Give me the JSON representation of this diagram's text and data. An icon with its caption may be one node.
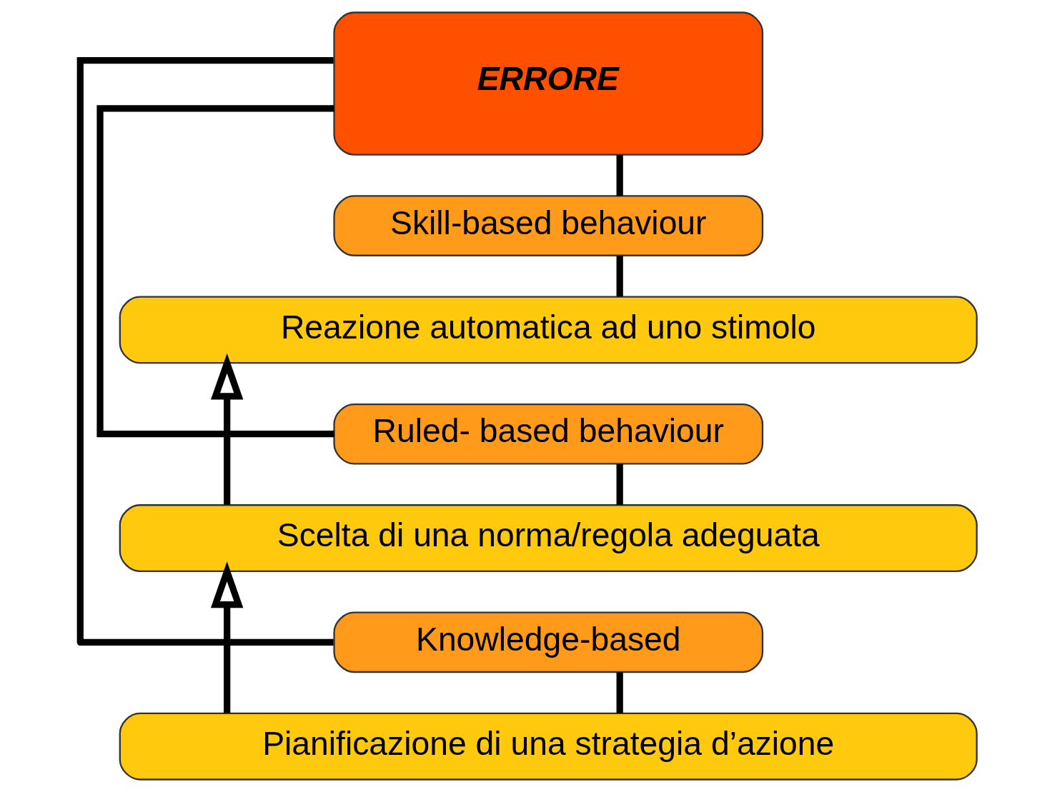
{
  "diagram": {
    "nodes": [
      {
        "text": [
          "ERRORE"
        ]
      },
      {
        "text": [
          "Skill-based behaviour"
        ]
      },
      {
        "text": [
          "Reazione automatica ad uno stimolo"
        ]
      },
      {
        "text": [
          "Ruled- based behaviour"
        ]
      },
      {
        "text": [
          "Scelta di una norma/regola adeguata"
        ]
      },
      {
        "text": [
          "Knowledge-based"
        ]
      },
      {
        "text": [
          "Pianificazione di una strategia d’azione"
        ]
      }
    ],
    "edges": [
      {
        "from": 0,
        "to": 1,
        "arrow": "none"
      },
      {
        "from": 0,
        "to": 3,
        "arrow": "none"
      },
      {
        "from": 0,
        "to": 5,
        "arrow": "none"
      },
      {
        "from": 1,
        "to": 2,
        "arrow": "none"
      },
      {
        "from": 3,
        "to": 4,
        "arrow": "none"
      },
      {
        "from": 5,
        "to": 6,
        "arrow": "none"
      },
      {
        "from": 6,
        "to": 4,
        "arrow": "to"
      },
      {
        "from": 4,
        "to": 2,
        "arrow": "to"
      }
    ]
  }
}
